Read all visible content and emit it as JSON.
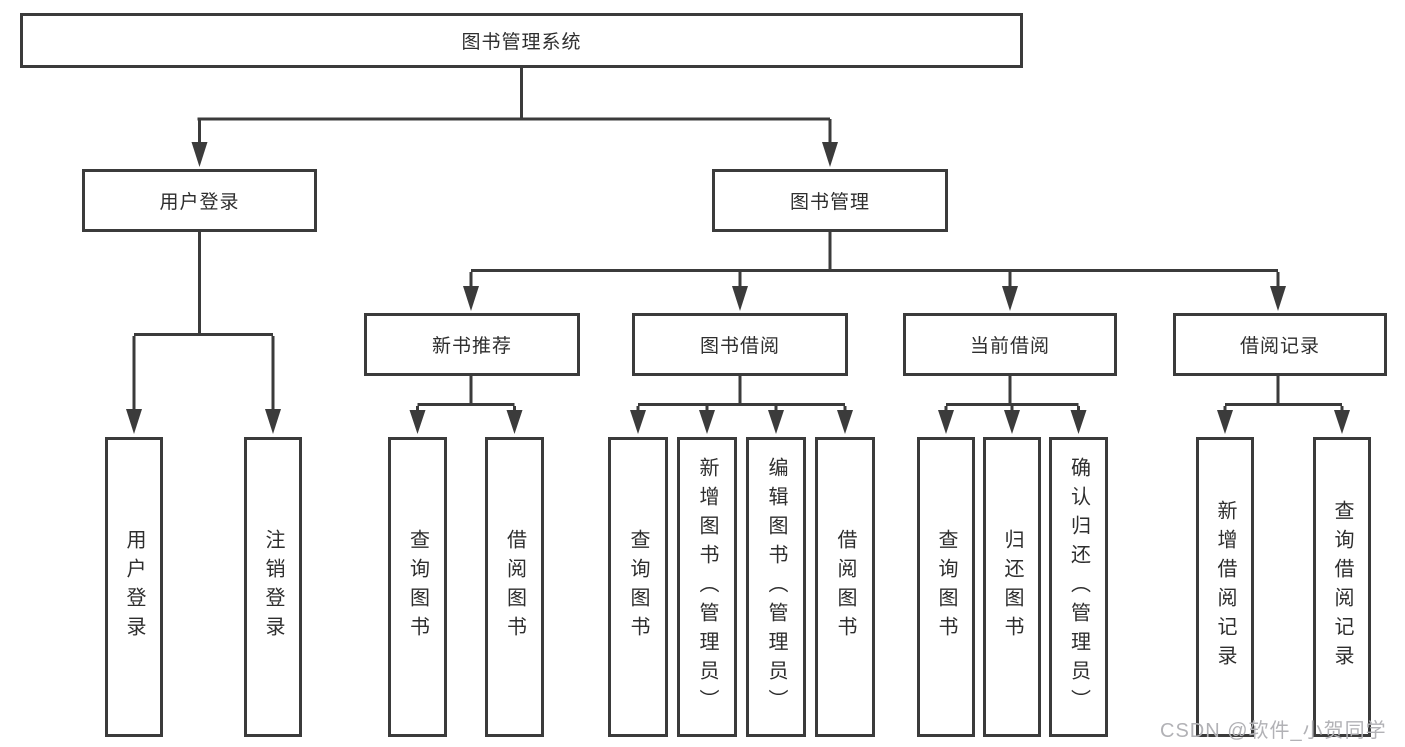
{
  "diagram": {
    "type": "tree",
    "root": "图书管理系统",
    "level2": [
      "用户登录",
      "图书管理"
    ],
    "level3": [
      "新书推荐",
      "图书借阅",
      "当前借阅",
      "借阅记录"
    ],
    "leafGroups": [
      [
        "用户登录",
        "注销登录"
      ],
      [
        "查询图书",
        "借阅图书"
      ],
      [
        "查询图书",
        "新增图书（管理员）",
        "编辑图书（管理员）",
        "借阅图书"
      ],
      [
        "查询图书",
        "归还图书",
        "确认归还（管理员）"
      ],
      [
        "新增借阅记录",
        "查询借阅记录"
      ]
    ],
    "hierarchy": [
      {
        "parent": "图书管理系统",
        "children": [
          "用户登录",
          "图书管理"
        ]
      },
      {
        "parent": "用户登录",
        "children": [
          "用户登录",
          "注销登录"
        ]
      },
      {
        "parent": "图书管理",
        "children": [
          "新书推荐",
          "图书借阅",
          "当前借阅",
          "借阅记录"
        ]
      },
      {
        "parent": "新书推荐",
        "children": [
          "查询图书",
          "借阅图书"
        ]
      },
      {
        "parent": "图书借阅",
        "children": [
          "查询图书",
          "新增图书（管理员）",
          "编辑图书（管理员）",
          "借阅图书"
        ]
      },
      {
        "parent": "当前借阅",
        "children": [
          "查询图书",
          "归还图书",
          "确认归还（管理员）"
        ]
      },
      {
        "parent": "借阅记录",
        "children": [
          "新增借阅记录",
          "查询借阅记录"
        ]
      }
    ]
  },
  "watermark": {
    "text": "CSDN @软件_小贺同学",
    "color": "#b2b2b6"
  },
  "colors": {
    "line": "#3b3b3b",
    "box_border": "#3b3b3b",
    "box_fill": "#ffffff",
    "text": "#2e2e2e",
    "background": "#ffffff"
  }
}
